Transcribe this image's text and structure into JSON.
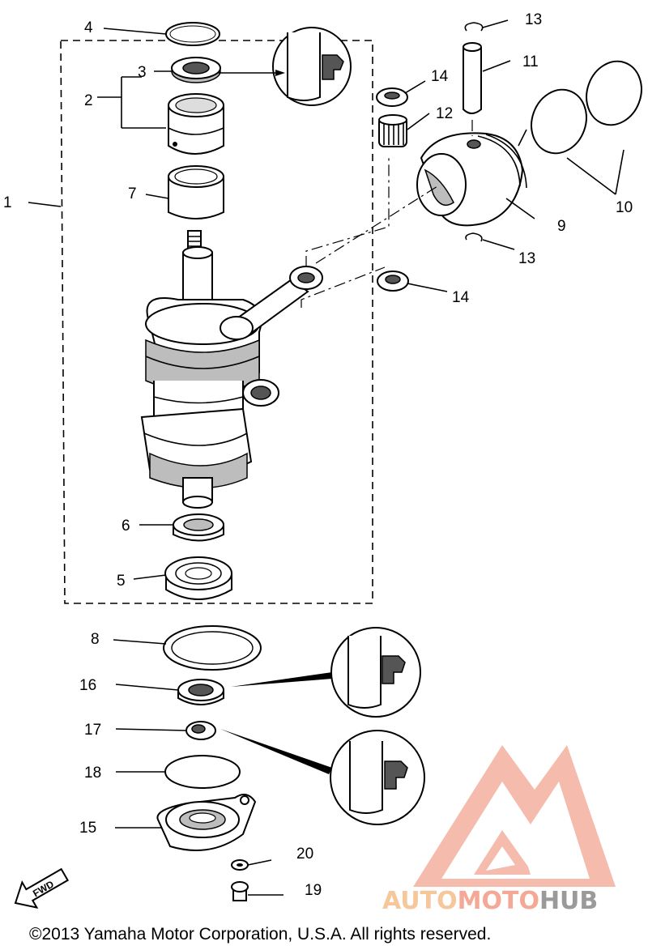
{
  "callouts": [
    "1",
    "2",
    "3",
    "4",
    "5",
    "6",
    "7",
    "8",
    "9",
    "10",
    "11",
    "12",
    "13",
    "13",
    "14",
    "14",
    "15",
    "16",
    "17",
    "18",
    "19",
    "20"
  ],
  "fwd_label": "FWD",
  "watermark": {
    "part1": "AUTO",
    "part2": "MOTO",
    "part3": "HUB",
    "color_primary": "#f4a996",
    "color_secondary": "#9a9a9a"
  },
  "copyright": "©2013 Yamaha Motor Corporation, U.S.A. All rights reserved."
}
